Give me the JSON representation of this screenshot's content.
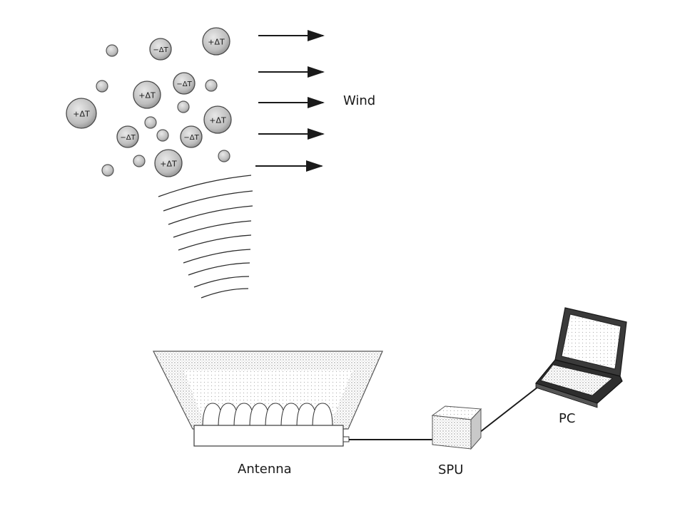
{
  "labels": {
    "wind": "Wind",
    "antenna": "Antenna",
    "spu": "SPU",
    "pc": "PC"
  },
  "turbulence": {
    "positive_label": "+ΔT",
    "negative_label": "−ΔT",
    "cells": [
      {
        "sign": "+"
      },
      {
        "sign": "-"
      },
      {
        "sign": "+"
      },
      {
        "sign": "-"
      },
      {
        "sign": "+"
      },
      {
        "sign": "+"
      },
      {
        "sign": "-"
      },
      {
        "sign": "-"
      },
      {
        "sign": "+"
      }
    ]
  },
  "colors": {
    "line": "#1a1a1a",
    "blob_fill": "#bdbdbd",
    "blob_stroke": "#4a4a4a",
    "stipple": "#9a9a9a"
  }
}
